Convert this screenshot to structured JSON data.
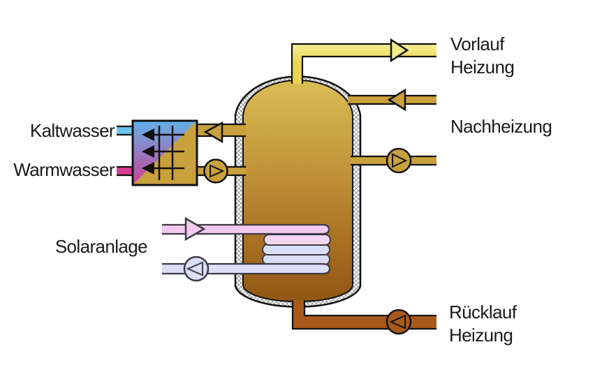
{
  "diagram": {
    "type": "schematic",
    "labels": {
      "kaltwasser": "Kaltwasser",
      "warmwasser": "Warmwasser",
      "solaranlage": "Solaranlage",
      "vorlauf_heizung_line1": "Vorlauf",
      "vorlauf_heizung_line2": "Heizung",
      "nachheizung": "Nachheizung",
      "ruecklauf_heizung_line1": "Rücklauf",
      "ruecklauf_heizung_line2": "Heizung"
    },
    "icons": {
      "pump": "circle-with-triangle",
      "check_valve": "triangle-flow-arrow",
      "heat_exchanger": "diagonal-split-square-with-arrows",
      "insulation": "hatched-band",
      "solar_coil": "stacked-tubes"
    },
    "colors": {
      "pipe_yellow_light": "#f8f3a6",
      "pipe_yellow": "#e9d54f",
      "pipe_yellow_mid": "#f2ec88",
      "pipe_gold": "#c9a13c",
      "pipe_brown": "#a9591c",
      "solar_flow_pink": "#f2c9ef",
      "solar_coil_top_pink": "#f3d7f1",
      "solar_return_lavender": "#dadef6",
      "cold_water_blue": "#6cc4ef",
      "hot_water_magenta": "#d63d8f",
      "exchanger_blue": "#62b3e8",
      "exchanger_magenta": "#cc3f95",
      "tank_top": "#dcc058",
      "tank_mid": "#c2953a",
      "tank_low": "#a66c20",
      "tank_bottom": "#8d5413",
      "outline": "#111111",
      "solar_outline": "#3c3a46",
      "label_text": "#1a1a1a"
    }
  }
}
